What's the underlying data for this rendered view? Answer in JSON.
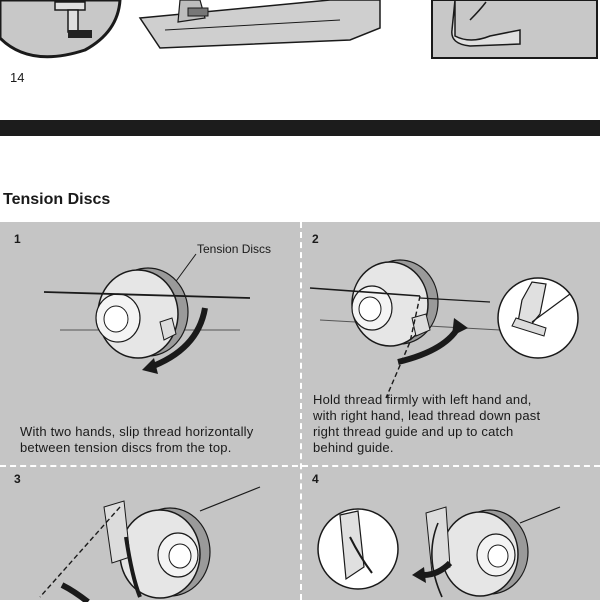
{
  "page": {
    "page_number": "14"
  },
  "section": {
    "title": "Tension Discs"
  },
  "steps": [
    {
      "number": "1",
      "callout": "Tension Discs",
      "text": [
        "With two hands, slip thread horizontally",
        "between tension discs from the top."
      ]
    },
    {
      "number": "2",
      "text": [
        "Hold thread firmly with left hand and,",
        "with right hand, lead thread down past",
        "right thread guide and up to catch",
        "behind guide."
      ]
    },
    {
      "number": "3"
    },
    {
      "number": "4"
    }
  ],
  "colors": {
    "panel_gray": "#c5c5c5",
    "ink": "#1a1a1a",
    "bar_black": "#1c1c1c",
    "knob_white": "#f2f2f2"
  }
}
